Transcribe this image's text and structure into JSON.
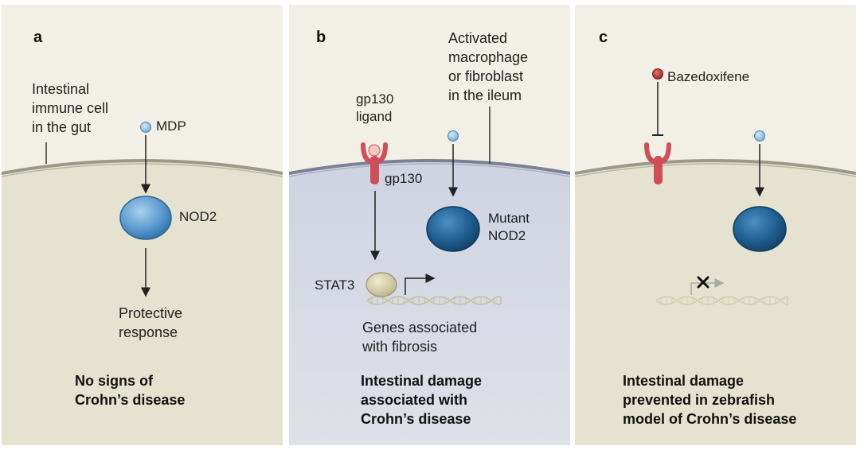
{
  "panels": [
    {
      "letter": "a",
      "cell_label_lines": [
        "Intestinal",
        "immune cell",
        "in the gut"
      ],
      "ligand_label": "MDP",
      "receptor_label": "NOD2",
      "outcome_lines": [
        "Protective",
        "response"
      ],
      "caption_lines": [
        "No signs of",
        "Crohn’s disease"
      ]
    },
    {
      "letter": "b",
      "cell_label_lines": [
        "Activated",
        "macrophage",
        "or fibroblast",
        "in the ileum"
      ],
      "gp130_ligand_lines": [
        "gp130",
        "ligand"
      ],
      "gp130_label": "gp130",
      "receptor_label_lines": [
        "Mutant",
        "NOD2"
      ],
      "stat3_label": "STAT3",
      "genes_lines": [
        "Genes associated",
        "with fibrosis"
      ],
      "caption_lines": [
        "Intestinal damage",
        "associated with",
        "Crohn’s disease"
      ]
    },
    {
      "letter": "c",
      "drug_label": "Bazedoxifene",
      "caption_lines": [
        "Intestinal damage",
        "prevented in zebrafish",
        "model of Crohn’s disease"
      ]
    }
  ],
  "colors": {
    "panel_bg": "#f2f0e6",
    "cell_a_c": "#e5e2cf",
    "cell_b": "#d6d9e4",
    "membrane": "#9a9a88",
    "nod2": "#5b9bd0",
    "mutant_nod2": "#1f5f91",
    "gp130": "#cf4e57",
    "bazedoxifene": "#b32a2a",
    "stat3": "#ddd6b2"
  },
  "icons": [
    "mdp-molecule-icon",
    "nod2-icon",
    "gp130-receptor-icon",
    "stat3-icon",
    "dna-icon",
    "block-x-icon",
    "inhibition-bar-icon"
  ]
}
